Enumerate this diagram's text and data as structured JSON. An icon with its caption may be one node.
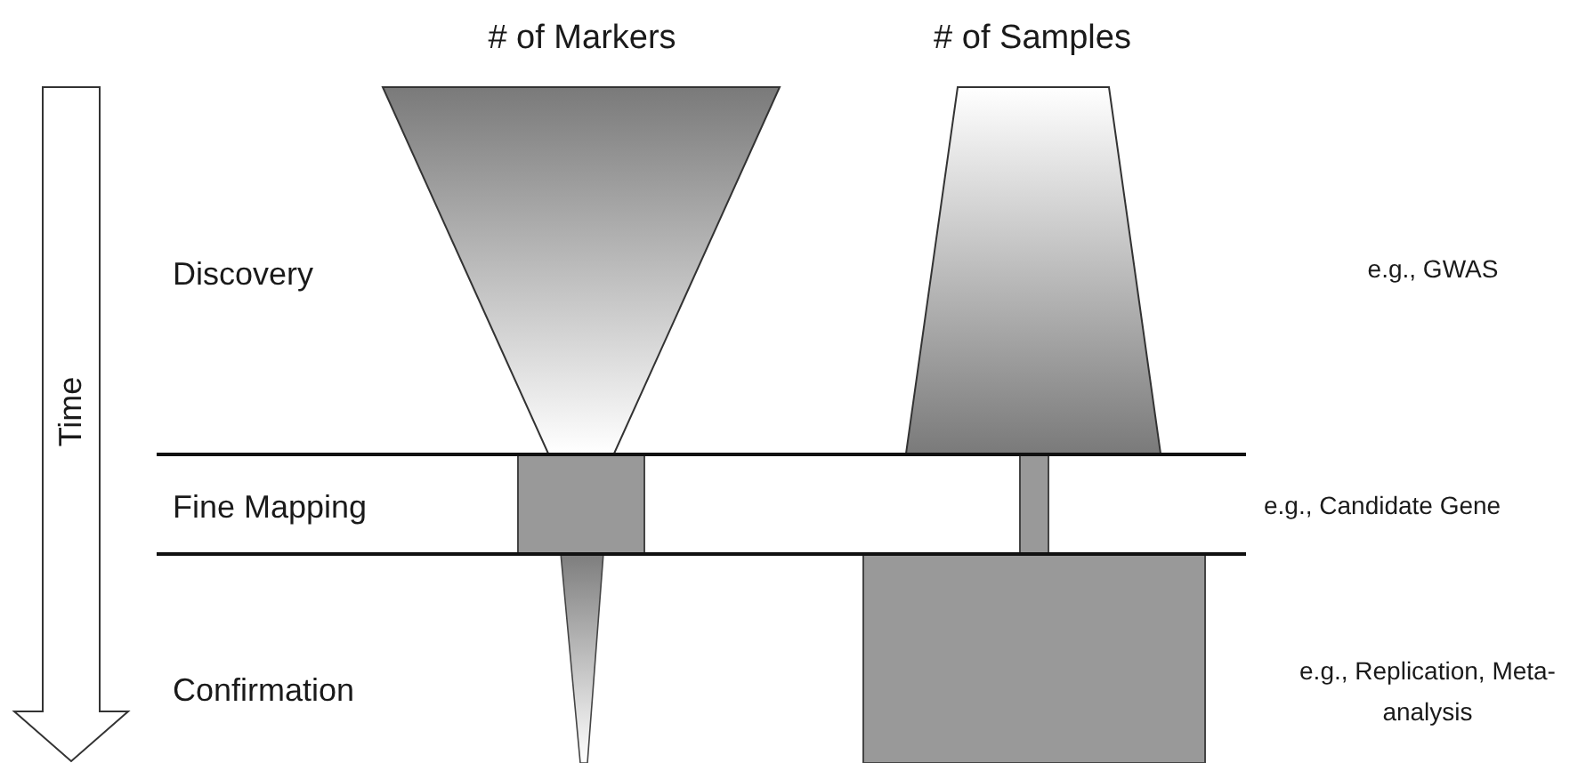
{
  "diagram": {
    "labels": [
      "# of Markers",
      "# of Samples",
      "Time",
      "Discovery",
      "e.g., GWAS",
      "Fine Mapping",
      "e.g., Candidate Gene",
      "Confirmation",
      "e.g., Replication, Meta-analysis"
    ]
  }
}
